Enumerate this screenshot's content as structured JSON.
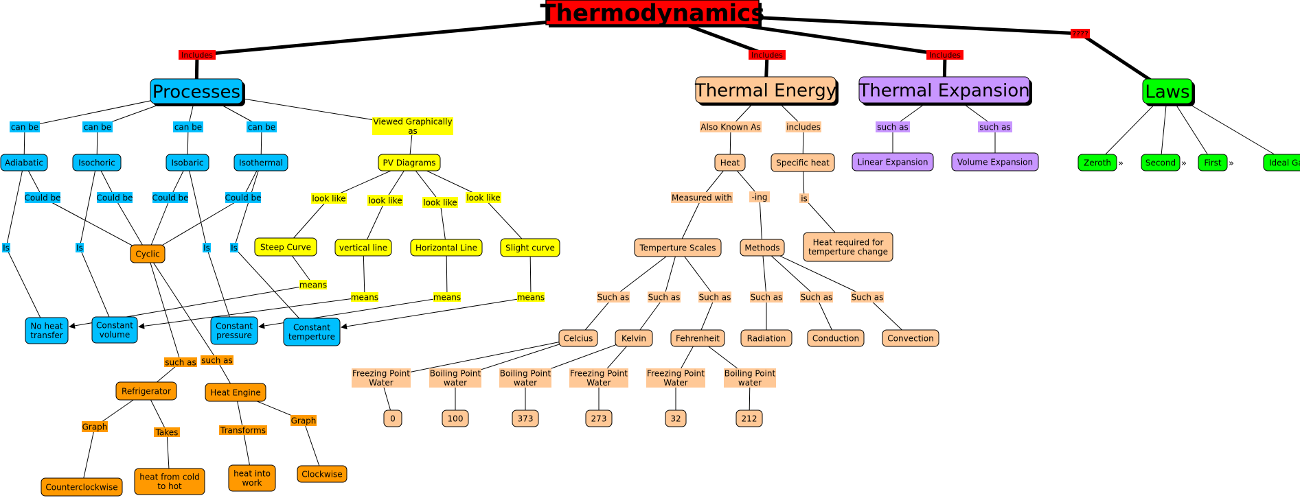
{
  "palette": {
    "root": "#ff0000",
    "processes": "#00bfff",
    "cyclic": "#ff9900",
    "pv": "#ffff00",
    "thermal_energy": "#ffc896",
    "thermal_expansion": "#c896ff",
    "laws": "#00ff00",
    "line": "#000000"
  },
  "nodes": [
    {
      "id": "root",
      "text": "Thermodynamics"
    },
    {
      "id": "processes",
      "text": "Processes"
    },
    {
      "id": "thermal_energy",
      "text": "Thermal Energy"
    },
    {
      "id": "thermal_expansion",
      "text": "Thermal Expansion"
    },
    {
      "id": "laws",
      "text": "Laws"
    },
    {
      "id": "adiabatic",
      "text": "Adiabatic"
    },
    {
      "id": "isochoric",
      "text": "Isochoric"
    },
    {
      "id": "isobaric",
      "text": "Isobaric"
    },
    {
      "id": "isothermal",
      "text": "Isothermal"
    },
    {
      "id": "pv_diagrams",
      "text": "PV Diagrams"
    },
    {
      "id": "cyclic",
      "text": "Cyclic"
    },
    {
      "id": "steep_curve",
      "text": "Steep Curve"
    },
    {
      "id": "vertical_line",
      "text": "vertical line"
    },
    {
      "id": "horizontal_line",
      "text": "Horizontal Line"
    },
    {
      "id": "slight_curve",
      "text": "Slight curve"
    },
    {
      "id": "no_heat_transfer",
      "text": "No heat transfer"
    },
    {
      "id": "constant_volume",
      "text": "Constant volume"
    },
    {
      "id": "constant_pressure",
      "text": "Constant pressure"
    },
    {
      "id": "constant_temperture",
      "text": "Constant temperture"
    },
    {
      "id": "refrigerator",
      "text": "Refrigerator"
    },
    {
      "id": "heat_engine",
      "text": "Heat Engine"
    },
    {
      "id": "counterclockwise",
      "text": "Counterclockwise"
    },
    {
      "id": "heat_from_cold",
      "text": "heat from cold to hot"
    },
    {
      "id": "heat_into_work",
      "text": "heat into work"
    },
    {
      "id": "clockwise",
      "text": "Clockwise"
    },
    {
      "id": "heat",
      "text": "Heat"
    },
    {
      "id": "specific_heat",
      "text": "Specific heat"
    },
    {
      "id": "temp_scales",
      "text": "Temperture Scales"
    },
    {
      "id": "methods",
      "text": "Methods"
    },
    {
      "id": "heat_required",
      "text": "Heat required for temperture change"
    },
    {
      "id": "celcius",
      "text": "Celcius"
    },
    {
      "id": "kelvin",
      "text": "Kelvin"
    },
    {
      "id": "fehrenheit",
      "text": "Fehrenheit"
    },
    {
      "id": "radiation",
      "text": "Radiation"
    },
    {
      "id": "conduction",
      "text": "Conduction"
    },
    {
      "id": "convection",
      "text": "Convection"
    },
    {
      "id": "v0",
      "text": "0"
    },
    {
      "id": "v100",
      "text": "100"
    },
    {
      "id": "v373",
      "text": "373"
    },
    {
      "id": "v273",
      "text": "273"
    },
    {
      "id": "v32",
      "text": "32"
    },
    {
      "id": "v212",
      "text": "212"
    },
    {
      "id": "linear_expansion",
      "text": "Linear Expansion"
    },
    {
      "id": "volume_expansion",
      "text": "Volume Expansion"
    },
    {
      "id": "zeroth",
      "text": "Zeroth"
    },
    {
      "id": "second",
      "text": "Second"
    },
    {
      "id": "first",
      "text": "First"
    },
    {
      "id": "ideal_gas",
      "text": "Ideal Gas"
    }
  ],
  "link_labels": [
    {
      "id": "lp_inc1",
      "text": "Includes"
    },
    {
      "id": "lp_inc2",
      "text": "Includes"
    },
    {
      "id": "lp_inc3",
      "text": "Includes"
    },
    {
      "id": "lp_q",
      "text": "????"
    },
    {
      "id": "lp_canbe1",
      "text": "can be"
    },
    {
      "id": "lp_canbe2",
      "text": "can be"
    },
    {
      "id": "lp_canbe3",
      "text": "can be"
    },
    {
      "id": "lp_canbe4",
      "text": "can be"
    },
    {
      "id": "lp_viewed",
      "text": "Viewed Graphically as"
    },
    {
      "id": "lp_could1",
      "text": "Could be"
    },
    {
      "id": "lp_could2",
      "text": "Could be"
    },
    {
      "id": "lp_could3",
      "text": "Could be"
    },
    {
      "id": "lp_could4",
      "text": "Could be"
    },
    {
      "id": "lp_is1",
      "text": "Is"
    },
    {
      "id": "lp_is2",
      "text": "Is"
    },
    {
      "id": "lp_is3",
      "text": "Is"
    },
    {
      "id": "lp_is4",
      "text": "Is"
    },
    {
      "id": "lp_look1",
      "text": "look like"
    },
    {
      "id": "lp_look2",
      "text": "look like"
    },
    {
      "id": "lp_look3",
      "text": "look like"
    },
    {
      "id": "lp_look4",
      "text": "look like"
    },
    {
      "id": "lp_means1",
      "text": "means"
    },
    {
      "id": "lp_means2",
      "text": "means"
    },
    {
      "id": "lp_means3",
      "text": "means"
    },
    {
      "id": "lp_means4",
      "text": "means"
    },
    {
      "id": "lp_suchas1",
      "text": "such as"
    },
    {
      "id": "lp_suchas2",
      "text": "such as"
    },
    {
      "id": "lp_graph1",
      "text": "Graph"
    },
    {
      "id": "lp_takes",
      "text": "Takes"
    },
    {
      "id": "lp_transforms",
      "text": "Transforms"
    },
    {
      "id": "lp_graph2",
      "text": "Graph"
    },
    {
      "id": "lp_aka",
      "text": "Also Known As"
    },
    {
      "id": "lp_includes",
      "text": "includes"
    },
    {
      "id": "lp_measured",
      "text": "Measured with"
    },
    {
      "id": "lp_ing",
      "text": "-ing"
    },
    {
      "id": "lp_is5",
      "text": "is"
    },
    {
      "id": "lp_sa1",
      "text": "Such as"
    },
    {
      "id": "lp_sa2",
      "text": "Such as"
    },
    {
      "id": "lp_sa3",
      "text": "Such as"
    },
    {
      "id": "lp_sa4",
      "text": "Such as"
    },
    {
      "id": "lp_sa5",
      "text": "Such as"
    },
    {
      "id": "lp_sa6",
      "text": "Such as"
    },
    {
      "id": "lp_fpw1",
      "text": "Freezing Point Water"
    },
    {
      "id": "lp_bpw1",
      "text": "Boiling Point water"
    },
    {
      "id": "lp_bpw2",
      "text": "Boiling Point water"
    },
    {
      "id": "lp_fpw2",
      "text": "Freezing Point Water"
    },
    {
      "id": "lp_fpw3",
      "text": "Freezing Point Water"
    },
    {
      "id": "lp_bpw3",
      "text": "Boiling Point water"
    },
    {
      "id": "lp_suchas3",
      "text": "such as"
    },
    {
      "id": "lp_suchas4",
      "text": "such as"
    }
  ]
}
